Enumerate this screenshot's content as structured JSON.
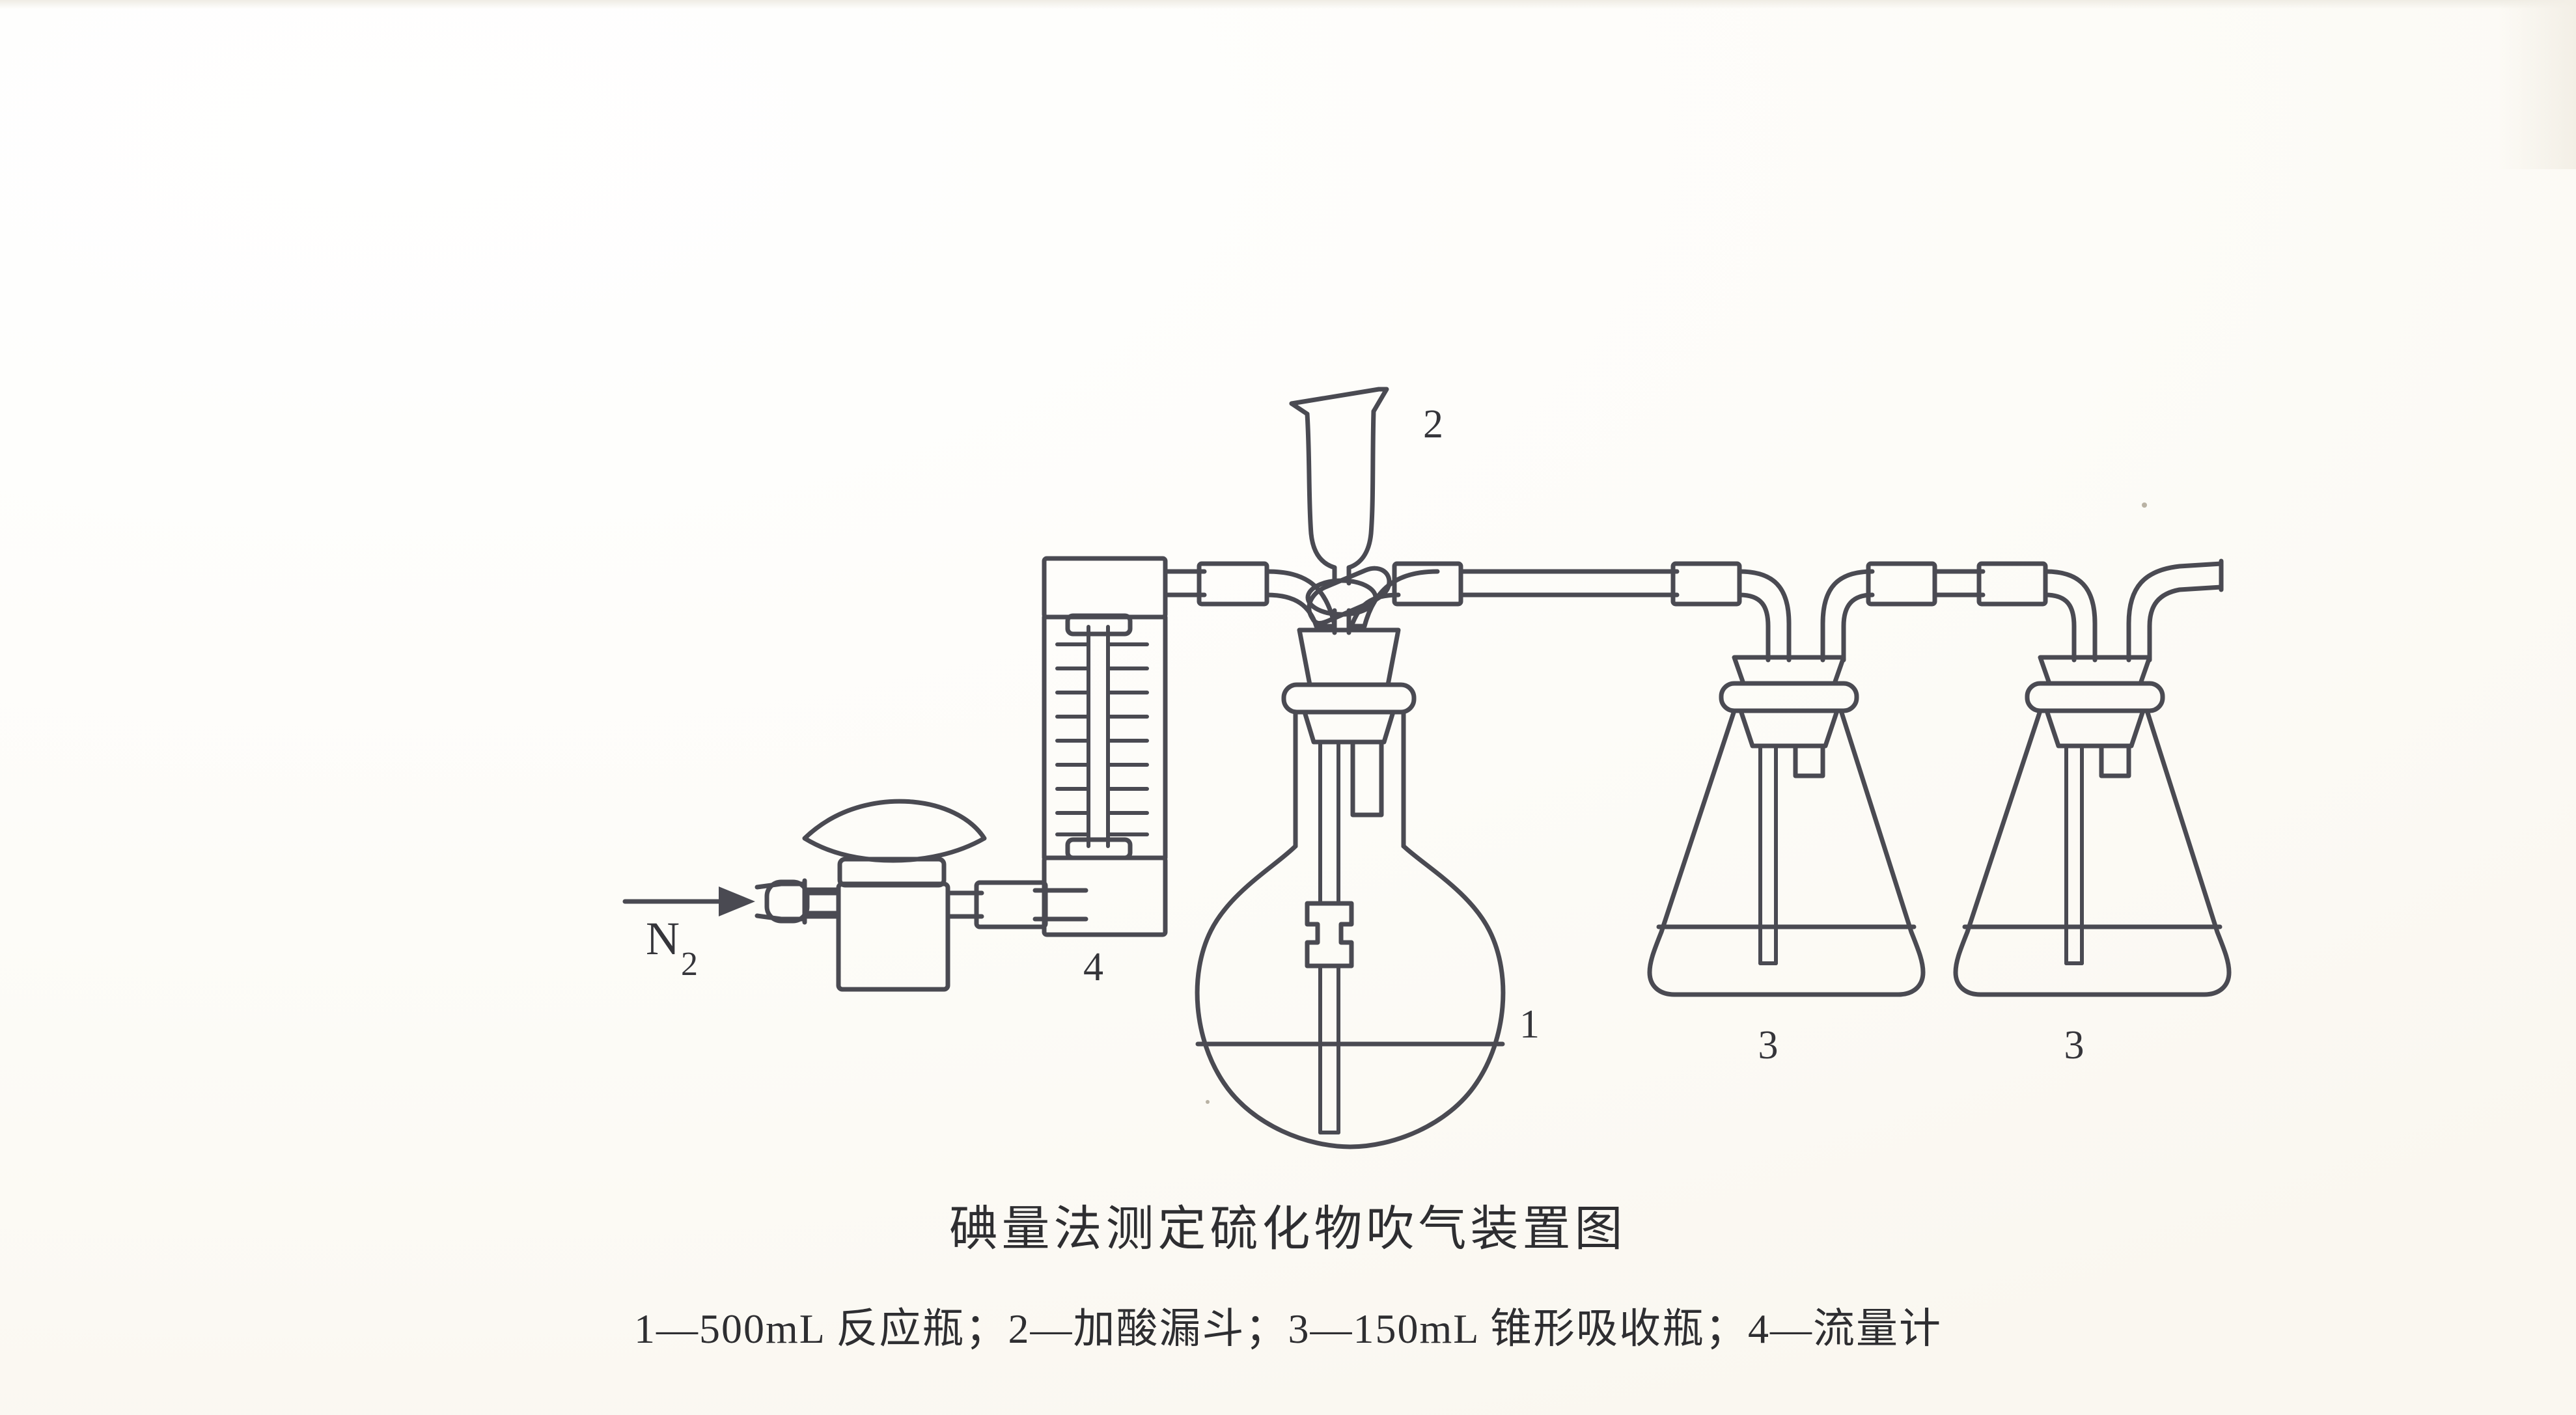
{
  "figure": {
    "title": "碘量法测定硫化物吹气装置图",
    "legend": "1—500mL 反应瓶；2—加酸漏斗；3—150mL 锥形吸收瓶；4—流量计",
    "background_color": "#fdfdfb",
    "ink_color": "#4a4a52"
  },
  "labels": {
    "gas_inlet": "N",
    "gas_inlet_subscript": "2",
    "reaction_flask": "1",
    "acid_funnel": "2",
    "absorption_flask_first": "3",
    "absorption_flask_second": "3",
    "flowmeter": "4"
  },
  "components": [
    {
      "id": "gas-inlet-arrow",
      "name": "nitrogen-gas-inlet",
      "label": "N2",
      "description": "氮气进气箭头"
    },
    {
      "id": "needle-valve",
      "name": "needle-valve",
      "label": "",
      "description": "针型阀（蝶形手轮）"
    },
    {
      "id": "flowmeter",
      "name": "flowmeter",
      "label": "4",
      "description": "流量计（转子流量计，带刻度）",
      "tick_count": 9
    },
    {
      "id": "reaction-flask",
      "name": "reaction-flask",
      "label": "1",
      "description": "500mL 反应瓶（圆底烧瓶）",
      "volume": "500mL"
    },
    {
      "id": "acid-funnel",
      "name": "acid-funnel",
      "label": "2",
      "description": "加酸漏斗（带旋塞）"
    },
    {
      "id": "absorption-flask-1",
      "name": "absorption-flask",
      "label": "3",
      "description": "150mL 锥形吸收瓶",
      "volume": "150mL"
    },
    {
      "id": "absorption-flask-2",
      "name": "absorption-flask",
      "label": "3",
      "description": "150mL 锥形吸收瓶",
      "volume": "150mL"
    }
  ],
  "chart_data": {
    "type": "diagram",
    "title": "碘量法测定硫化物吹气装置图",
    "flow_sequence": [
      "N2",
      "4",
      "1",
      "3",
      "3",
      "vent"
    ],
    "numbered_parts": [
      {
        "number": "1",
        "name": "500mL 反应瓶"
      },
      {
        "number": "2",
        "name": "加酸漏斗"
      },
      {
        "number": "3",
        "name": "150mL 锥形吸收瓶"
      },
      {
        "number": "4",
        "name": "流量计"
      }
    ]
  }
}
